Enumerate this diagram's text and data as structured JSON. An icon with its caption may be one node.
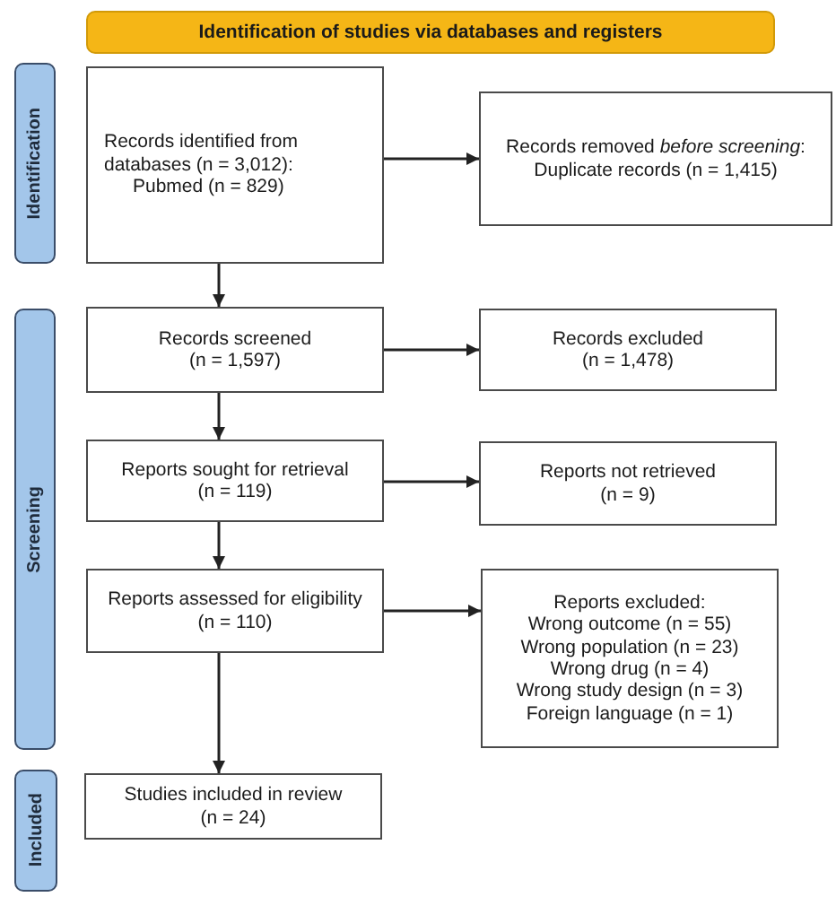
{
  "diagram": {
    "nodes": [
      {
        "text": [
          "Identification of studies via databases and registers"
        ]
      },
      {
        "text": [
          "Identification"
        ]
      },
      {
        "text": [
          "Records identified from databases (n = 3,012):",
          "Pubmed (n = 829)"
        ]
      },
      {
        "text": [
          "Records removed *before screening*:",
          "Duplicate records (n = 1,415)"
        ]
      },
      {
        "text": [
          "Screening"
        ]
      },
      {
        "text": [
          "Records screened",
          "(n = 1,597)"
        ]
      },
      {
        "text": [
          "Records excluded",
          "(n = 1,478)"
        ]
      },
      {
        "text": [
          "Reports sought for retrieval",
          "(n = 119)"
        ]
      },
      {
        "text": [
          "Reports not retrieved",
          "(n = 9)"
        ]
      },
      {
        "text": [
          "Reports assessed for eligibility",
          "(n = 110)"
        ]
      },
      {
        "text": [
          "Reports excluded:",
          "Wrong outcome (n = 55)",
          "Wrong population (n = 23)",
          "Wrong drug (n = 4)",
          "Wrong study design (n = 3)",
          "Foreign language (n = 1)"
        ]
      },
      {
        "text": [
          "Included"
        ]
      },
      {
        "text": [
          "Studies included in review",
          "(n = 24)"
        ]
      }
    ],
    "edges": [
      {
        "from": 2,
        "to": 3,
        "arrow": "to"
      },
      {
        "from": 2,
        "to": 5,
        "arrow": "to"
      },
      {
        "from": 5,
        "to": 6,
        "arrow": "to"
      },
      {
        "from": 5,
        "to": 7,
        "arrow": "to"
      },
      {
        "from": 7,
        "to": 8,
        "arrow": "to"
      },
      {
        "from": 7,
        "to": 9,
        "arrow": "to"
      },
      {
        "from": 9,
        "to": 10,
        "arrow": "to"
      },
      {
        "from": 9,
        "to": 12,
        "arrow": "to"
      }
    ]
  }
}
